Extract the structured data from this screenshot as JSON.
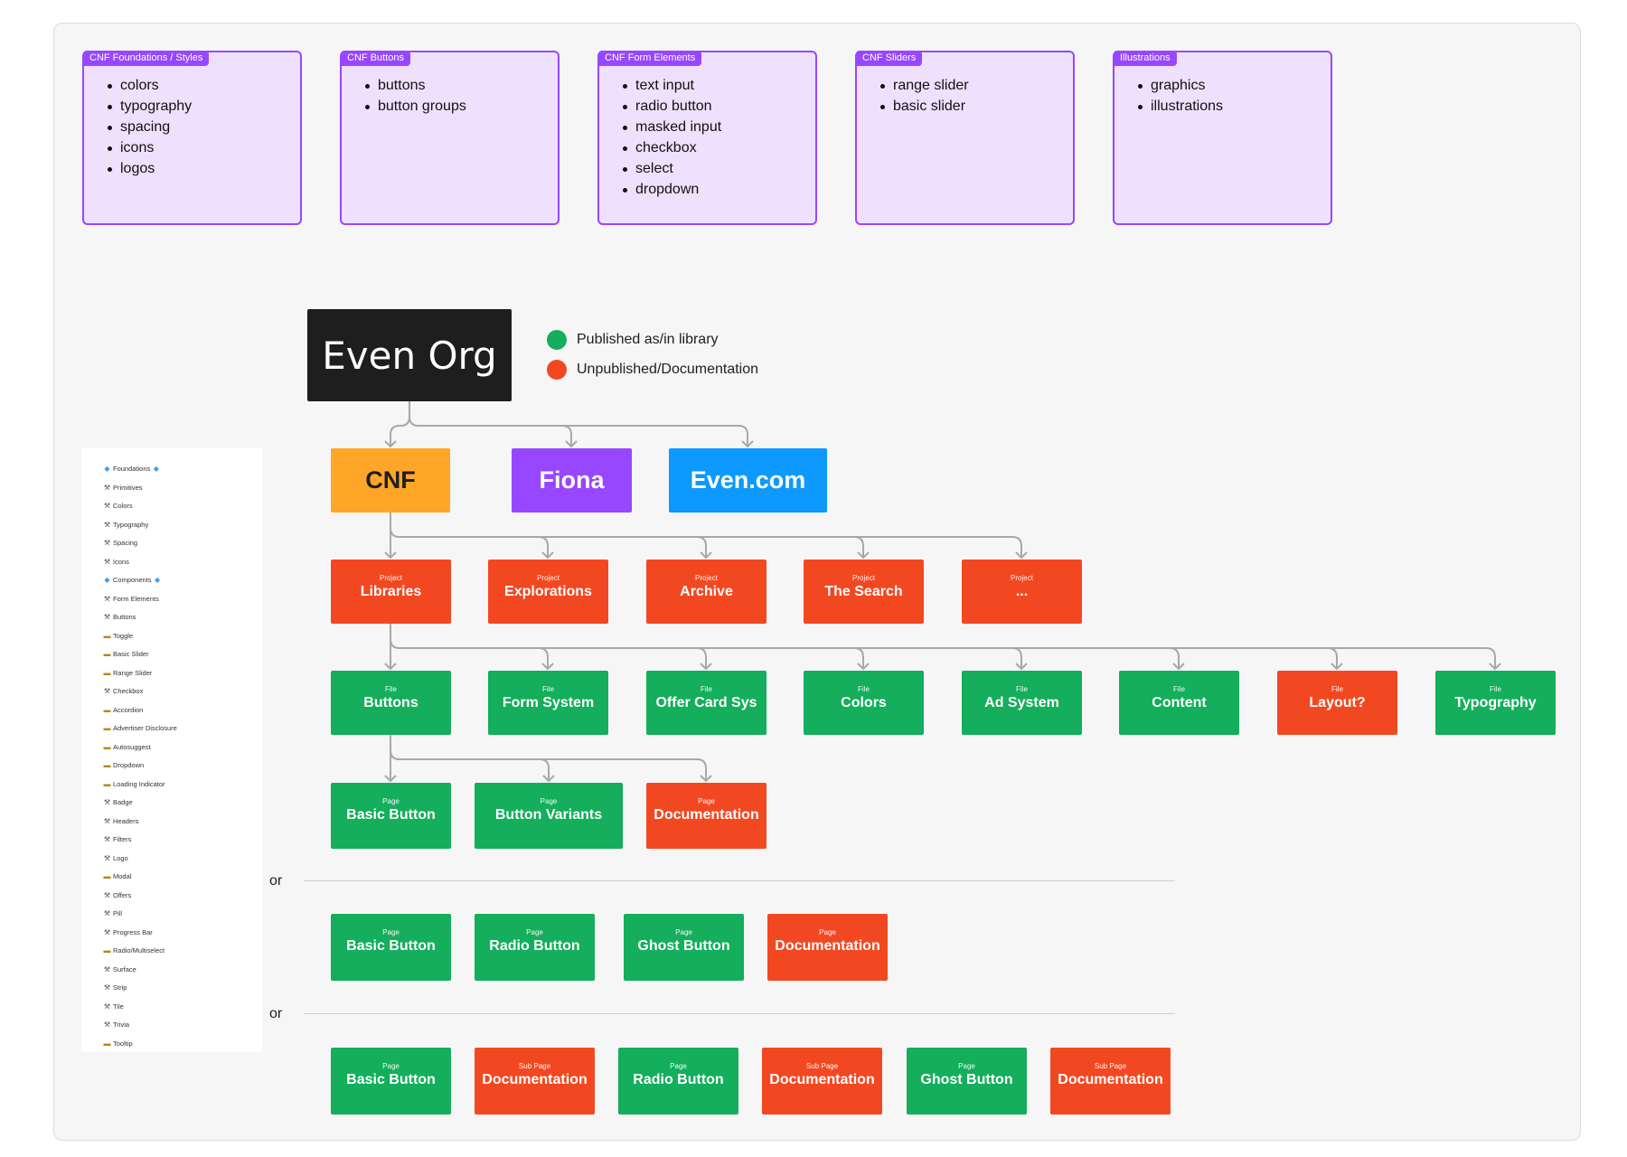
{
  "sections": [
    {
      "title": "CNF Foundations / Styles",
      "items": [
        "colors",
        "typography",
        "spacing",
        "icons",
        "logos"
      ]
    },
    {
      "title": "CNF Buttons",
      "items": [
        "buttons",
        "button groups"
      ]
    },
    {
      "title": "CNF Form Elements",
      "items": [
        "text input",
        "radio button",
        "masked input",
        "checkbox",
        "select",
        "dropdown"
      ]
    },
    {
      "title": "CNF Sliders",
      "items": [
        "range slider",
        "basic slider"
      ]
    },
    {
      "title": "Illustrations",
      "items": [
        "graphics",
        "illustrations"
      ]
    }
  ],
  "org": {
    "label": "Even Org"
  },
  "legend": [
    {
      "label": "Published as/in library",
      "color": "#14ae5c"
    },
    {
      "label": "Unpublished/Documentation",
      "color": "#f24822"
    }
  ],
  "teams": [
    {
      "label": "CNF",
      "color": "#ffa629",
      "text_color": "#1e1e1e"
    },
    {
      "label": "Fiona",
      "color": "#9747ff",
      "text_color": "#ffffff"
    },
    {
      "label": "Even.com",
      "color": "#0d99ff",
      "text_color": "#ffffff"
    }
  ],
  "projects": [
    {
      "kind": "Project",
      "label": "Libraries"
    },
    {
      "kind": "Project",
      "label": "Explorations"
    },
    {
      "kind": "Project",
      "label": "Archive"
    },
    {
      "kind": "Project",
      "label": "The Search"
    },
    {
      "kind": "Project",
      "label": "..."
    }
  ],
  "files": [
    {
      "kind": "File",
      "label": "Buttons",
      "status": "published"
    },
    {
      "kind": "File",
      "label": "Form System",
      "status": "published"
    },
    {
      "kind": "File",
      "label": "Offer Card Sys",
      "status": "published"
    },
    {
      "kind": "File",
      "label": "Colors",
      "status": "published"
    },
    {
      "kind": "File",
      "label": "Ad System",
      "status": "published"
    },
    {
      "kind": "File",
      "label": "Content",
      "status": "published"
    },
    {
      "kind": "File",
      "label": "Layout?",
      "status": "unpublished"
    },
    {
      "kind": "File",
      "label": "Typography",
      "status": "published"
    }
  ],
  "pages_option1": [
    {
      "kind": "Page",
      "label": "Basic Button",
      "status": "published"
    },
    {
      "kind": "Page",
      "label": "Button Variants",
      "status": "published"
    },
    {
      "kind": "Page",
      "label": "Documentation",
      "status": "unpublished"
    }
  ],
  "or_label": "or",
  "pages_option2": [
    {
      "kind": "Page",
      "label": "Basic Button",
      "status": "published"
    },
    {
      "kind": "Page",
      "label": "Radio Button",
      "status": "published"
    },
    {
      "kind": "Page",
      "label": "Ghost Button",
      "status": "published"
    },
    {
      "kind": "Page",
      "label": "Documentation",
      "status": "unpublished"
    }
  ],
  "pages_option3": [
    {
      "kind": "Page",
      "label": "Basic Button",
      "status": "published"
    },
    {
      "kind": "Sub Page",
      "label": "Documentation",
      "status": "unpublished"
    },
    {
      "kind": "Page",
      "label": "Radio Button",
      "status": "published"
    },
    {
      "kind": "Sub Page",
      "label": "Documentation",
      "status": "unpublished"
    },
    {
      "kind": "Page",
      "label": "Ghost Button",
      "status": "published"
    },
    {
      "kind": "Sub Page",
      "label": "Documentation",
      "status": "unpublished"
    }
  ],
  "sidebar": [
    {
      "icon": "gem-icon",
      "label": "Foundations",
      "trailing_gem": true
    },
    {
      "icon": "tool-icon",
      "label": "Primitives"
    },
    {
      "icon": "tool-icon",
      "label": "Colors"
    },
    {
      "icon": "tool-icon",
      "label": "Typography"
    },
    {
      "icon": "tool-icon",
      "label": "Spacing"
    },
    {
      "icon": "tool-icon",
      "label": "Icons"
    },
    {
      "icon": "gem-icon",
      "label": "Components",
      "trailing_gem": true
    },
    {
      "icon": "tool-icon",
      "label": "Form Elements"
    },
    {
      "icon": "tool-icon",
      "label": "Buttons"
    },
    {
      "icon": "construction-icon",
      "label": "Toggle"
    },
    {
      "icon": "construction-icon",
      "label": "Basic Slider"
    },
    {
      "icon": "construction-icon",
      "label": "Range Slider"
    },
    {
      "icon": "tool-icon",
      "label": "Checkbox"
    },
    {
      "icon": "construction-icon",
      "label": "Accordion"
    },
    {
      "icon": "construction-icon",
      "label": "Advertiser Disclosure"
    },
    {
      "icon": "construction-icon",
      "label": "Autosuggest"
    },
    {
      "icon": "construction-icon",
      "label": "Dropdown"
    },
    {
      "icon": "construction-icon",
      "label": "Loading Indicator"
    },
    {
      "icon": "tool-icon",
      "label": "Badge"
    },
    {
      "icon": "tool-icon",
      "label": "Headers"
    },
    {
      "icon": "tool-icon",
      "label": "Filters"
    },
    {
      "icon": "tool-icon",
      "label": "Logo"
    },
    {
      "icon": "construction-icon",
      "label": "Modal"
    },
    {
      "icon": "tool-icon",
      "label": "Offers"
    },
    {
      "icon": "tool-icon",
      "label": "Pill"
    },
    {
      "icon": "tool-icon",
      "label": "Progress Bar"
    },
    {
      "icon": "construction-icon",
      "label": "Radio/Multiselect"
    },
    {
      "icon": "tool-icon",
      "label": "Surface"
    },
    {
      "icon": "tool-icon",
      "label": "Strip"
    },
    {
      "icon": "tool-icon",
      "label": "Tile"
    },
    {
      "icon": "tool-icon",
      "label": "Trivia"
    },
    {
      "icon": "construction-icon",
      "label": "Tooltip"
    }
  ]
}
